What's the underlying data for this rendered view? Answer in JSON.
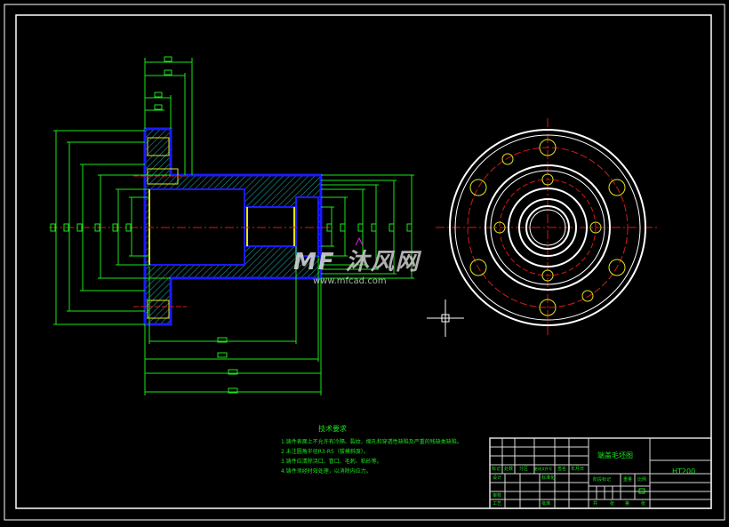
{
  "drawing": {
    "tech_requirements": {
      "title": "技术要求",
      "lines": [
        "1.铸件表面上不允许有冷隔、裂纹、缩孔和穿透性缺陷及严重的残缺类缺陷。",
        "2.未注圆角半径R3-R5（拔模斜度）。",
        "3.铸件应清除浇口、冒口、毛刺、粘砂等。",
        "4.铸件须经时效处理，以消除内应力。"
      ]
    },
    "title_block": {
      "part_name": "端盖毛坯图",
      "material": "HT200",
      "header_labels": [
        "标记",
        "处数",
        "分区",
        "更改文件号",
        "签名",
        "年月日"
      ],
      "row_labels": [
        "设计",
        "审核",
        "工艺"
      ],
      "mid_labels": [
        "标准化",
        "批准"
      ],
      "stage_labels": [
        "阶段标记",
        "重量",
        "比例"
      ],
      "sheet_labels": [
        "共",
        "张",
        "第",
        "张"
      ]
    },
    "watermark": {
      "brand": "沐风网",
      "url": "www.mfcad.com"
    },
    "colors": {
      "outline": "#ffffff",
      "dimension": "#19e619",
      "hatch": "#1ad9d9",
      "edge": "#1a1aff",
      "center": "#d41a1a",
      "hole": "#e6e619"
    }
  }
}
